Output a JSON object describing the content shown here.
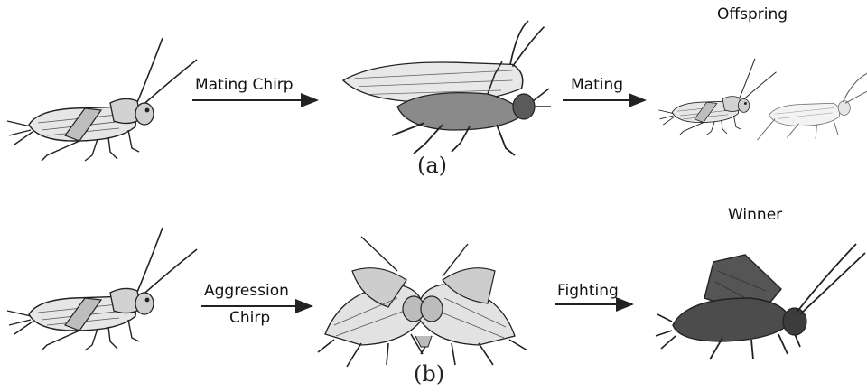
{
  "row_a": {
    "arrow1_label": "Mating Chirp",
    "arrow2_label": "Mating",
    "result_label": "Offspring",
    "caption": "(a)"
  },
  "row_b": {
    "arrow1_label_line1": "Aggression",
    "arrow1_label_line2": "Chirp",
    "arrow2_label": "Fighting",
    "result_label": "Winner",
    "caption": "(b)"
  },
  "icons": {
    "cricket_male": "cricket-icon",
    "crickets_mating": "mating-crickets-icon",
    "cricket_offspring": "cricket-offspring-icon",
    "crickets_fighting": "fighting-crickets-icon",
    "cricket_winner": "winner-cricket-icon"
  },
  "colors": {
    "line": "#222222",
    "body_light": "#e6e6e6",
    "body_mid": "#9a9a9a",
    "body_dark": "#4a4a4a"
  }
}
